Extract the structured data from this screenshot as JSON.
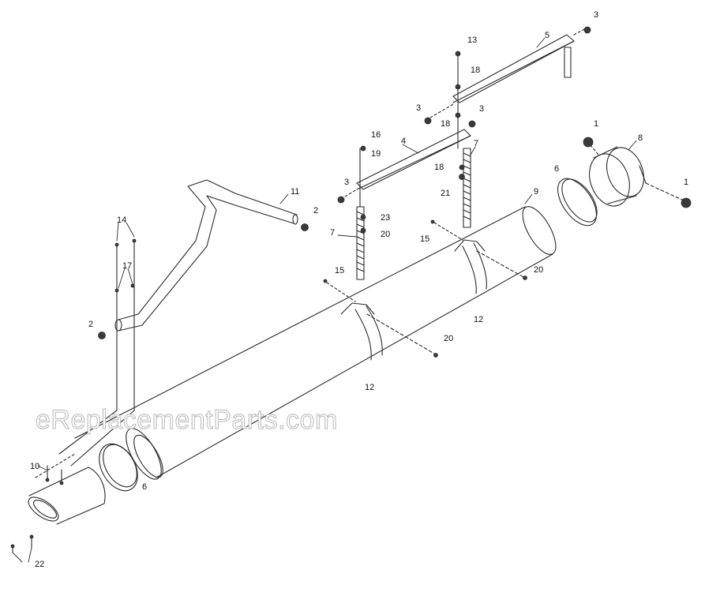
{
  "watermark": "eReplacementParts.com",
  "colors": {
    "line": "#2a2a2a",
    "background": "#ffffff",
    "watermark_outline": "#b9b9b9"
  },
  "callouts": {
    "c_1a": "1",
    "c_1b": "1",
    "c_2a": "2",
    "c_2b": "2",
    "c_3a": "3",
    "c_3b": "3",
    "c_3c": "3",
    "c_3d": "3",
    "c_4": "4",
    "c_5": "5",
    "c_6a": "6",
    "c_6b": "6",
    "c_7a": "7",
    "c_7b": "7",
    "c_8": "8",
    "c_9": "9",
    "c_10": "10",
    "c_11": "11",
    "c_12a": "12",
    "c_12b": "12",
    "c_13": "13",
    "c_14": "14",
    "c_15a": "15",
    "c_15b": "15",
    "c_16": "16",
    "c_17": "17",
    "c_18a": "18",
    "c_18b": "18",
    "c_18c": "18",
    "c_19": "19",
    "c_20a": "20",
    "c_20b": "20",
    "c_20c": "20",
    "c_21": "21",
    "c_22": "22",
    "c_23": "23"
  }
}
